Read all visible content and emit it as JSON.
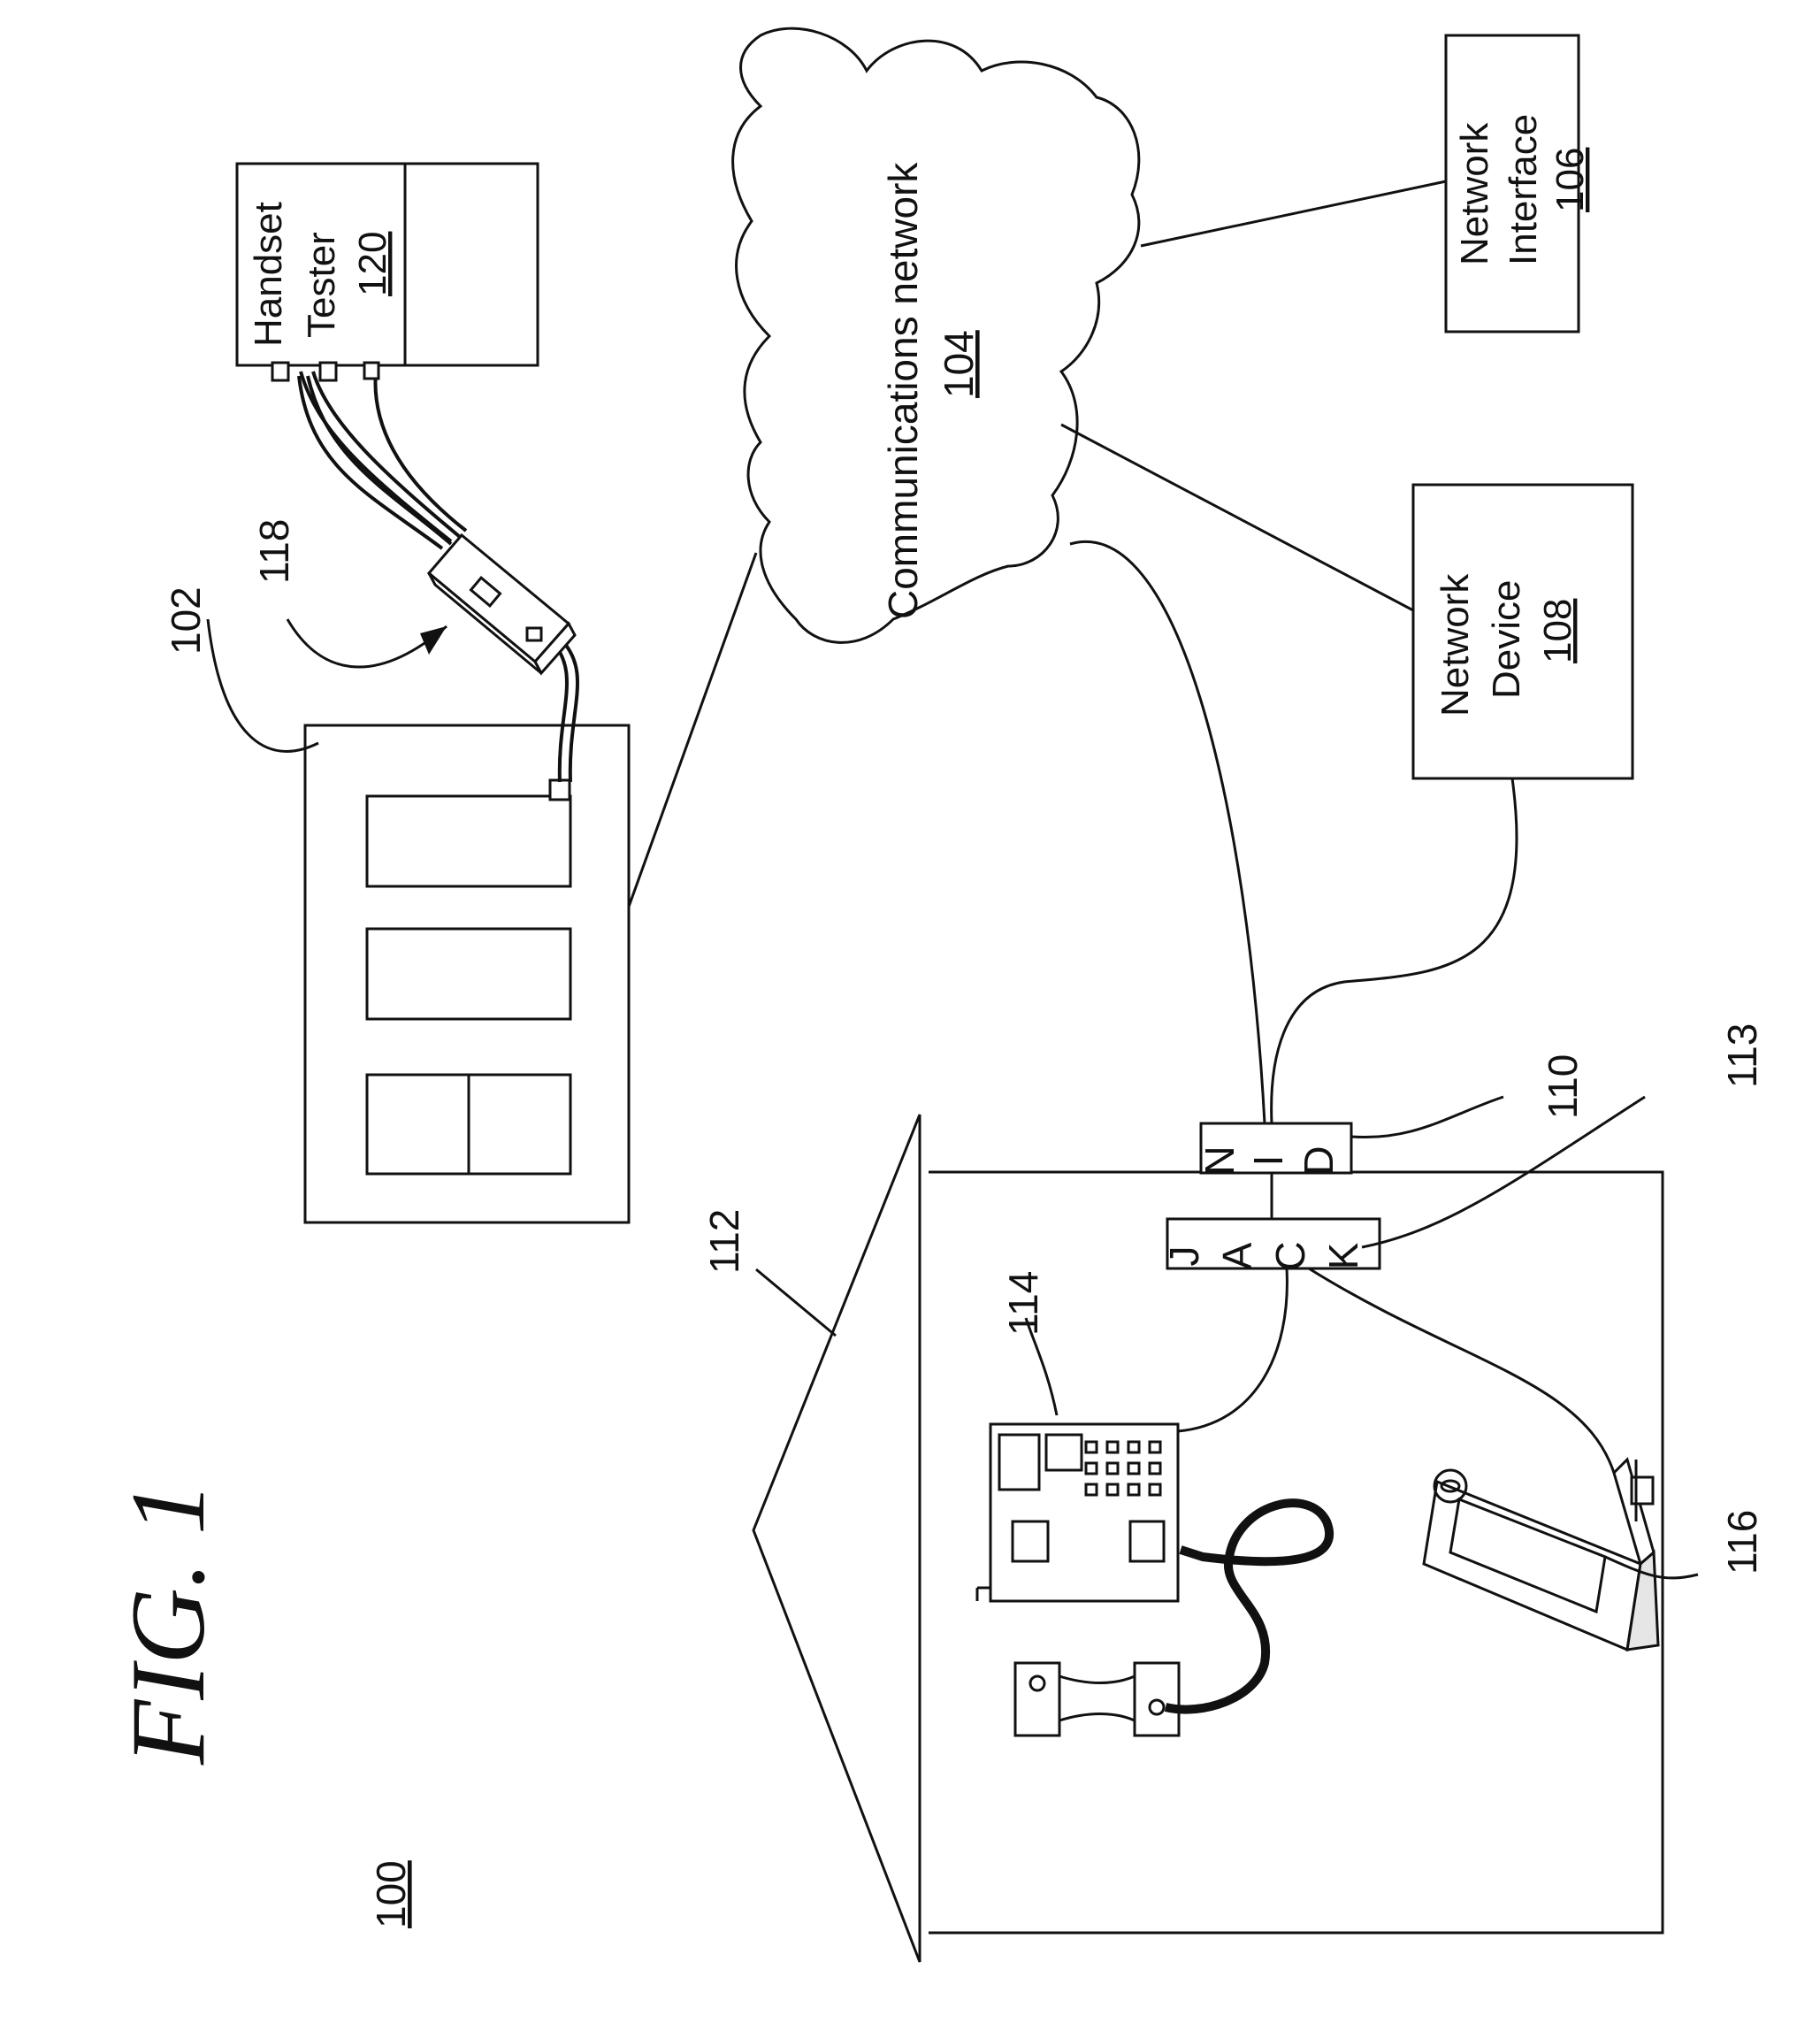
{
  "figure": {
    "label": "FIG. 1",
    "system_ref": "100"
  },
  "central_office": {
    "ref": "102"
  },
  "network": {
    "name": "Communications network",
    "ref": "104"
  },
  "network_interface": {
    "line1": "Network",
    "line2": "Interface",
    "ref": "106"
  },
  "network_device": {
    "line1": "Network",
    "line2": "Device",
    "ref": "108"
  },
  "nid": {
    "letters": [
      "N",
      "I",
      "D"
    ],
    "ref": "110"
  },
  "premises": {
    "ref": "112"
  },
  "jack": {
    "letters": [
      "J",
      "A",
      "C",
      "K"
    ],
    "ref": "113"
  },
  "telephone": {
    "ref": "114"
  },
  "computer": {
    "ref": "116"
  },
  "test_device": {
    "ref": "118"
  },
  "handset_tester": {
    "line1": "Handset",
    "line2": "Tester",
    "ref": "120"
  }
}
